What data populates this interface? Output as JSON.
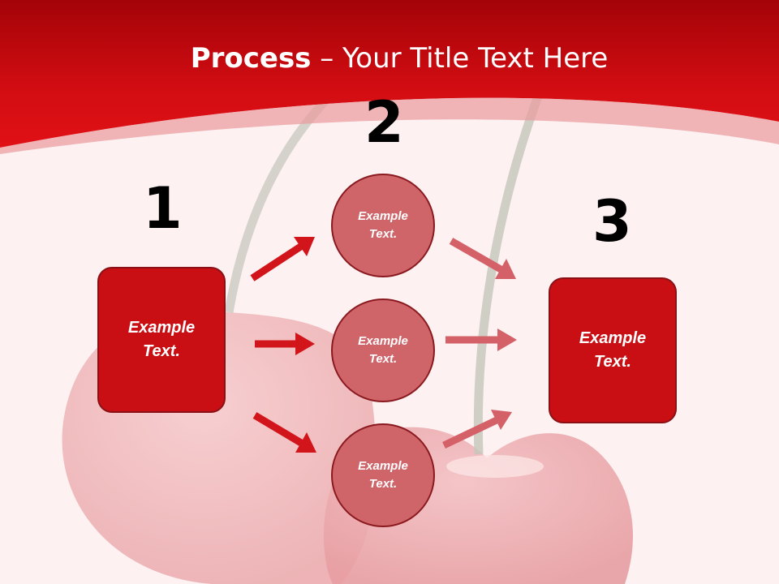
{
  "title": {
    "bold": "Process",
    "rest": " – Your Title Text Here"
  },
  "steps": {
    "step1": {
      "number": "1",
      "text_line1": "Example",
      "text_line2": "Text."
    },
    "step2": {
      "number": "2",
      "circles": [
        {
          "line1": "Example",
          "line2": "Text."
        },
        {
          "line1": "Example",
          "line2": "Text."
        },
        {
          "line1": "Example",
          "line2": "Text."
        }
      ]
    },
    "step3": {
      "number": "3",
      "text_line1": "Example",
      "text_line2": "Text."
    }
  },
  "colors": {
    "header_red": "#c90f14",
    "box_red": "#c90f14",
    "circle_fill": "#cf6469",
    "arrow_dark": "#d2141b",
    "arrow_light": "#d46068",
    "background": "#fdf0f0"
  },
  "icons": {
    "background_art": "cherry-illustration"
  }
}
